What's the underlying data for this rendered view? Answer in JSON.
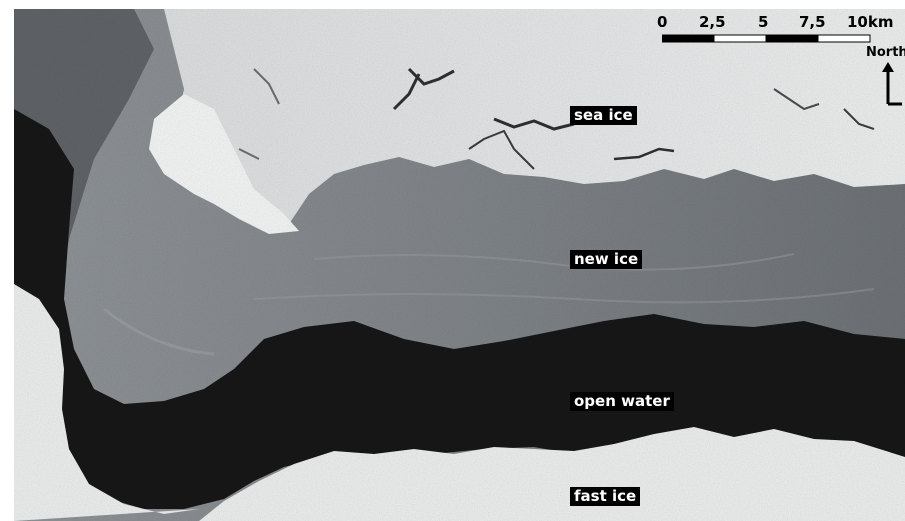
{
  "map": {
    "regions": [
      {
        "key": "sea_ice",
        "label": "sea ice"
      },
      {
        "key": "new_ice",
        "label": "new ice"
      },
      {
        "key": "open_water",
        "label": "open water"
      },
      {
        "key": "fast_ice",
        "label": "fast ice"
      }
    ],
    "scale_bar": {
      "ticks": [
        "0",
        "2,5",
        "5",
        "7,5",
        "10km"
      ],
      "segment_colors": [
        "#000000",
        "#ffffff",
        "#000000",
        "#ffffff"
      ]
    },
    "north_arrow": {
      "label": "North"
    },
    "colors": {
      "sea_ice": "#e4e5e5",
      "new_ice": "#7d8286",
      "open_water": "#141516",
      "fast_ice": "#eceded",
      "label_bg": "#000000",
      "label_text": "#ffffff"
    }
  }
}
